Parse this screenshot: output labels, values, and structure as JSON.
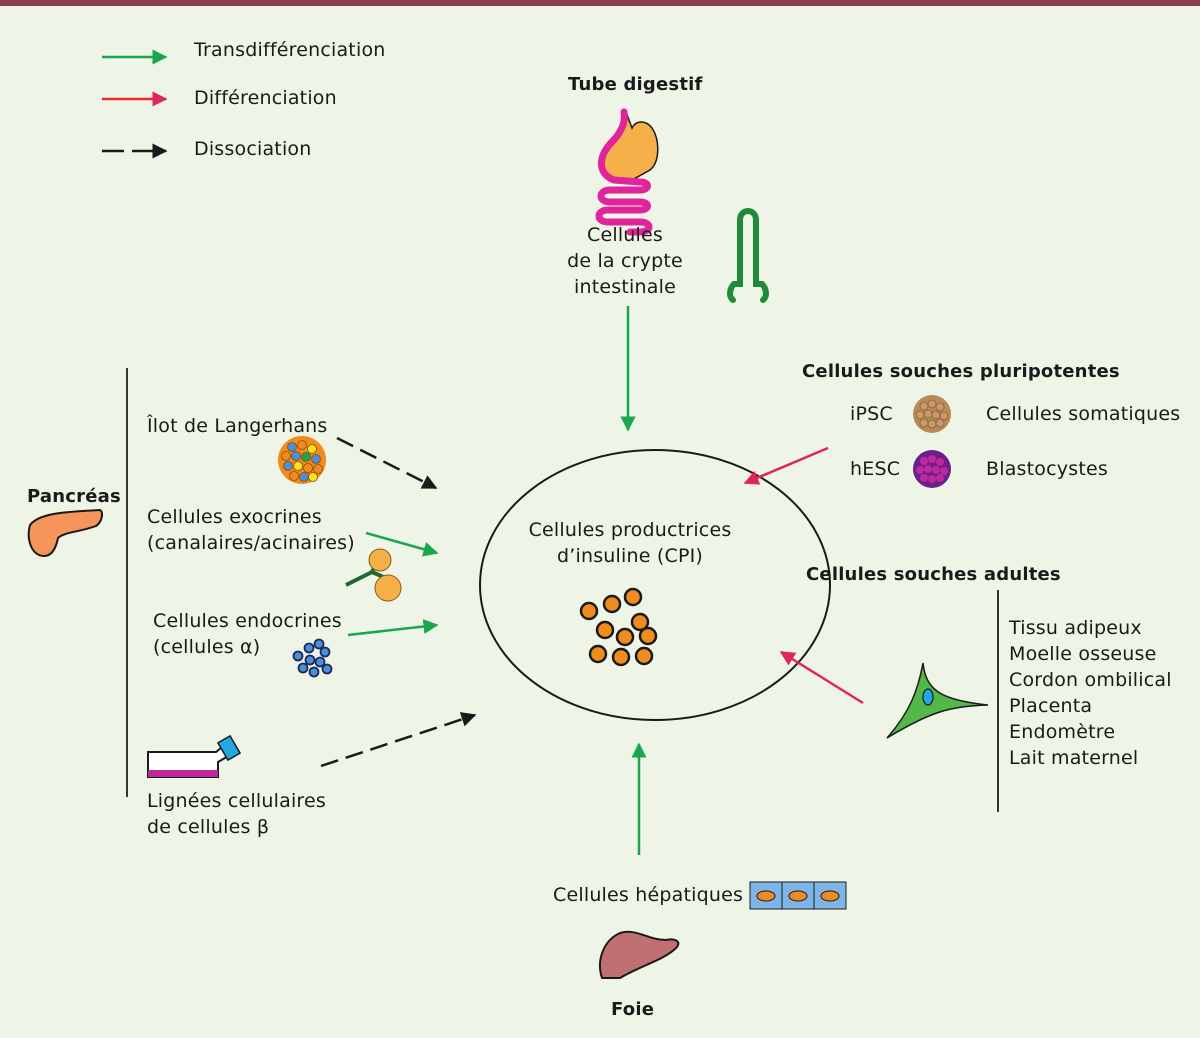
{
  "colors": {
    "background": "#eef5e6",
    "top_bar": "#8a3d4c",
    "transdifferentiation_arrow": "#1aa64f",
    "differentiation_arrow": "#e0245e",
    "dissociation_arrow": "#1a1a1a"
  },
  "legend": [
    {
      "label": "Transdifférenciation",
      "style": "solid-green"
    },
    {
      "label": "Différenciation",
      "style": "solid-red"
    },
    {
      "label": "Dissociation",
      "style": "dashed-black"
    }
  ],
  "center": {
    "line1": "Cellules productrices",
    "line2": "d’insuline (CPI)"
  },
  "tube_digestif": {
    "title": "Tube digestif",
    "cells": [
      "Cellules",
      "de la crypte",
      "intestinale"
    ]
  },
  "pluripotent": {
    "title": "Cellules souches pluripotentes",
    "rows": [
      {
        "abbr": "iPSC",
        "source": "Cellules somatiques"
      },
      {
        "abbr": "hESC",
        "source": "Blastocystes"
      }
    ]
  },
  "adult": {
    "title": "Cellules souches adultes",
    "sources": [
      "Tissu adipeux",
      "Moelle osseuse",
      "Cordon ombilical",
      "Placenta",
      "Endomètre",
      "Lait maternel"
    ]
  },
  "pancreas": {
    "title": "Pancréas",
    "items": [
      {
        "lines": [
          "Îlot de Langerhans"
        ]
      },
      {
        "lines": [
          "Cellules exocrines",
          "(canalaires/acinaires)"
        ]
      },
      {
        "lines": [
          "Cellules endocrines",
          "(cellules α)"
        ]
      },
      {
        "lines": [
          "Lignées cellulaires",
          "de cellules β"
        ]
      }
    ]
  },
  "foie": {
    "title": "Foie",
    "cells": "Cellules hépatiques"
  }
}
